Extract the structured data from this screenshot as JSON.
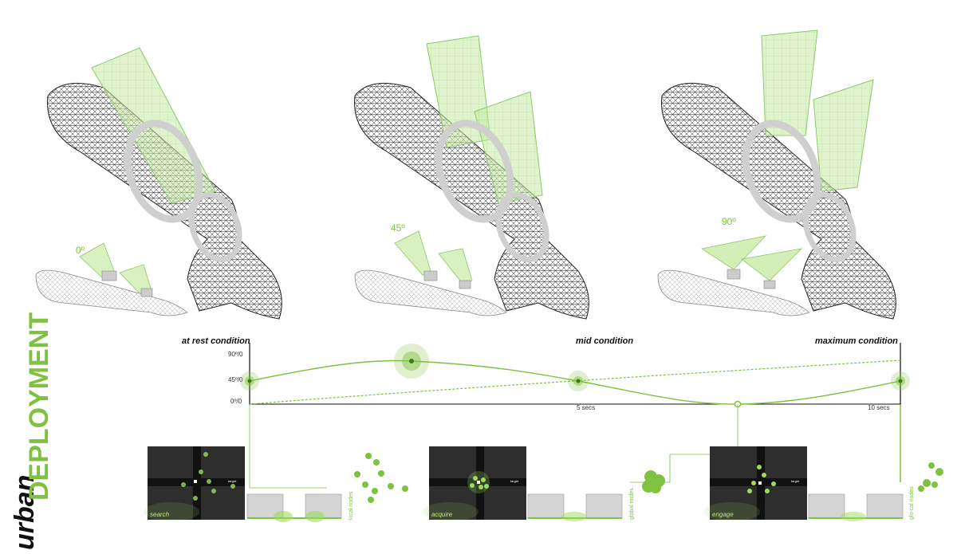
{
  "title": {
    "word1": "urban",
    "word2": "DEPLOYMENT"
  },
  "stages": [
    {
      "angle": "0º",
      "condition": "at rest condition"
    },
    {
      "angle": "45º",
      "condition": "mid condition"
    },
    {
      "angle": "90º",
      "condition": "maximum condition"
    }
  ],
  "graph": {
    "y_ticks": [
      "90º/0",
      "45º/0",
      "0º/0"
    ],
    "x_ticks": [
      "5 secs",
      "10 secs"
    ]
  },
  "panels": [
    {
      "label": "search",
      "target": "target",
      "side_label": "local nodes"
    },
    {
      "label": "acquire",
      "target": "target",
      "side_label": "global nodes"
    },
    {
      "label": "engage",
      "target": "target",
      "side_label": "glo-cal nodes"
    }
  ],
  "colors": {
    "accent": "#7fc141",
    "dark": "#2e2e2e",
    "light_green": "#c9eaa6"
  }
}
